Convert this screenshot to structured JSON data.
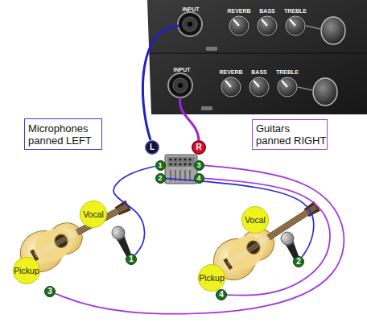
{
  "diagram": {
    "nodes": [
      {
        "text": [
          "L"
        ]
      },
      {
        "text": [
          "R"
        ]
      },
      {
        "text": [
          "Microphones panned LEFT"
        ]
      },
      {
        "text": [
          "Guitars panned RIGHT"
        ]
      },
      {
        "text": [
          "1"
        ]
      },
      {
        "text": [
          "3"
        ]
      },
      {
        "text": [
          "2"
        ]
      },
      {
        "text": [
          "4"
        ]
      },
      {
        "text": [
          "Vocal"
        ]
      },
      {
        "text": [
          "Vocal"
        ]
      },
      {
        "text": [
          "1"
        ]
      },
      {
        "text": [
          "2"
        ]
      },
      {
        "text": [
          "Pickup"
        ]
      },
      {
        "text": [
          "Pickup"
        ]
      },
      {
        "text": [
          "3"
        ]
      },
      {
        "text": [
          "4"
        ]
      }
    ],
    "edges": [
      {
        "from": 10,
        "to": 4,
        "arrow": "none"
      },
      {
        "from": 11,
        "to": 6,
        "arrow": "none"
      },
      {
        "from": 14,
        "to": 5,
        "arrow": "none"
      },
      {
        "from": 15,
        "to": 7,
        "arrow": "none"
      }
    ],
    "labels": [
      "INPUT",
      "REVERB",
      "BASS",
      "TREBLE",
      "INPUT",
      "REVERB",
      "BASS",
      "TREBLE"
    ]
  }
}
